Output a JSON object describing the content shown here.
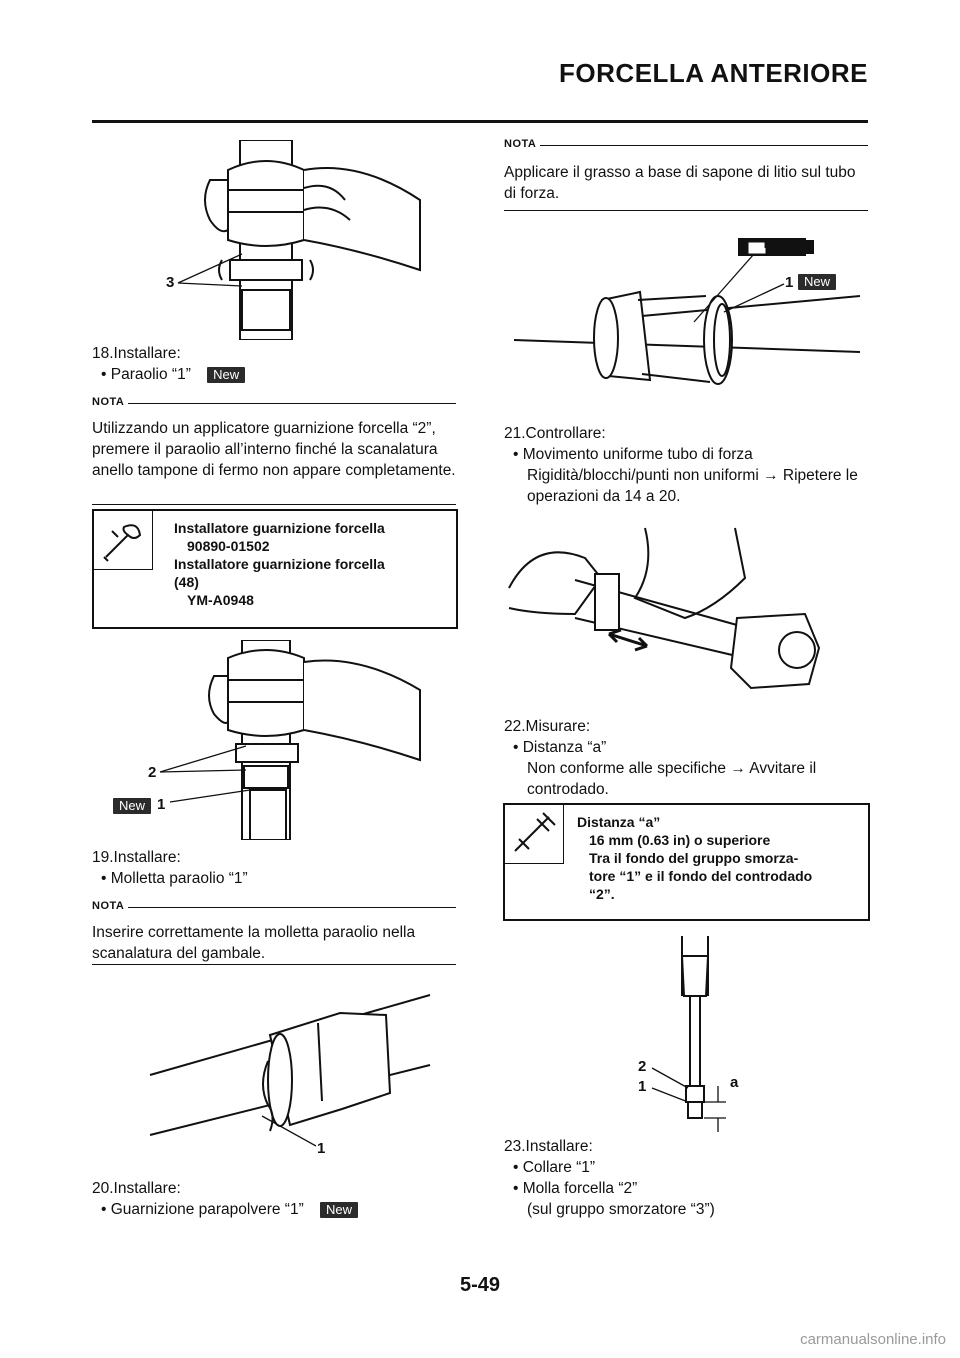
{
  "header": {
    "title": "FORCELLA ANTERIORE"
  },
  "footer": {
    "page_number": "5-49",
    "watermark": "carmanualsonline.info"
  },
  "badge": {
    "new": "New"
  },
  "left": {
    "fig1_callout": "3",
    "step18": {
      "heading": "18.Installare:",
      "item": "• Paraolio “1”"
    },
    "nota1": {
      "label": "NOTA",
      "text": "Utilizzando un applicatore guarnizione forcella “2”, premere il paraolio all’interno finché la scanalatura anello tampone di fermo non appare completamente."
    },
    "tool_box": {
      "line1": "Installatore guarnizione forcella",
      "line2": "90890-01502",
      "line3": "Installatore guarnizione forcella",
      "line4": "(48)",
      "line5": "YM-A0948"
    },
    "fig2_callouts": {
      "c2": "2",
      "c1": "1"
    },
    "step19": {
      "heading": "19.Installare:",
      "item": "• Molletta paraolio “1”"
    },
    "nota2": {
      "label": "NOTA",
      "text": "Inserire correttamente la molletta paraolio nella scanalatura del gambale."
    },
    "fig3_callout": "1",
    "step20": {
      "heading": "20.Installare:",
      "item": "• Guarnizione parapolvere “1”"
    }
  },
  "right": {
    "nota3": {
      "label": "NOTA",
      "text": "Applicare il grasso a base di sapone di litio sul tubo di forza."
    },
    "fig4": {
      "callout": "1",
      "ls_label": "LS"
    },
    "step21": {
      "heading": "21.Controllare:",
      "item": "• Movimento uniforme tubo di forza",
      "detail_a": "Rigidità/blocchi/punti non uniformi",
      "arrow": "→",
      "detail_b": "Ripetere le operazioni da 14 a 20."
    },
    "step22": {
      "heading": "22.Misurare:",
      "item": "• Distanza “a”",
      "detail_a": "Non conforme alle specifiche",
      "arrow": "→",
      "detail_b": "Avvitare il controdado."
    },
    "spec_box": {
      "line1": "Distanza “a”",
      "line2": "16 mm (0.63 in) o superiore",
      "line3": "Tra il fondo del gruppo smorza-",
      "line4": "tore “1” e il fondo del controdado",
      "line5": "“2”."
    },
    "fig6_callouts": {
      "c2": "2",
      "c1": "1",
      "ca": "a"
    },
    "step23": {
      "heading": "23.Installare:",
      "item1": "• Collare “1”",
      "item2": "• Molla forcella “2”",
      "item3": "(sul gruppo smorzatore “3”)"
    }
  }
}
